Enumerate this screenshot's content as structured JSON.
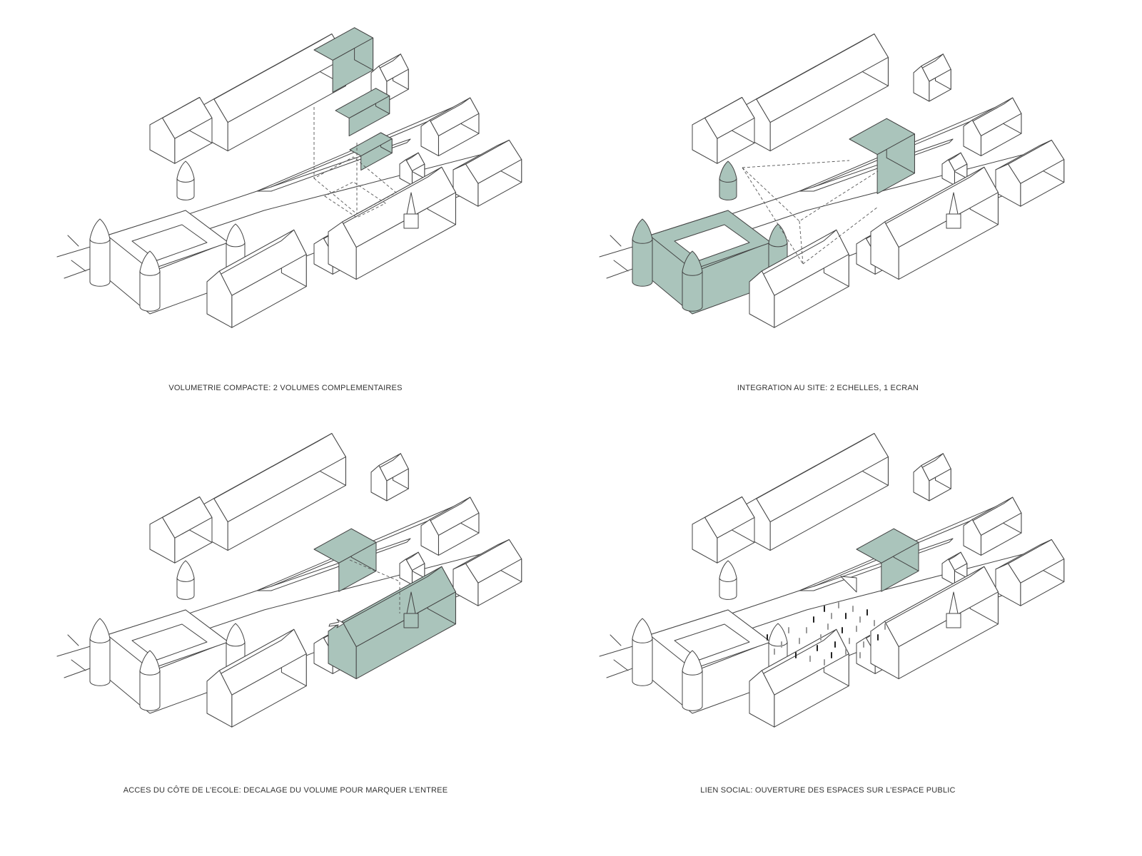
{
  "highlight_color": "#aac4bb",
  "panels": [
    {
      "caption": "VOLUMETRIE COMPACTE: 2 VOLUMES COMPLEMENTAIRES"
    },
    {
      "caption": "INTEGRATION AU SITE: 2 ECHELLES, 1 ECRAN"
    },
    {
      "caption": "ACCES DU CÔTE DE L’ECOLE: DECALAGE DU VOLUME POUR MARQUER L’ENTREE"
    },
    {
      "caption": "LIEN SOCIAL: OUVERTURE DES ESPACES SUR L’ESPACE PUBLIC"
    }
  ]
}
